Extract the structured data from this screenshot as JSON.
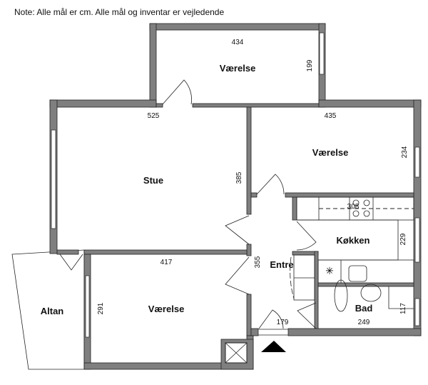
{
  "note": "Note: Alle mål er cm. Alle mål og inventar er vejledende",
  "rooms": {
    "vaerelse_top": {
      "label": "Værelse",
      "width": "434",
      "depth": "199"
    },
    "vaerelse_right": {
      "label": "Værelse",
      "width": "435",
      "depth": "234"
    },
    "stue": {
      "label": "Stue",
      "width": "525",
      "depth": "385"
    },
    "koekken": {
      "label": "Køkken",
      "width": "308",
      "depth": "229"
    },
    "entre": {
      "label": "Entre",
      "depth": "355",
      "width": "179"
    },
    "vaerelse_bottom": {
      "label": "Værelse",
      "width": "417",
      "depth": "291"
    },
    "bad": {
      "label": "Bad",
      "width": "249",
      "depth": "117"
    },
    "altan": {
      "label": "Altan"
    }
  },
  "colors": {
    "wall": "#7f7f7f",
    "line": "#222222"
  }
}
